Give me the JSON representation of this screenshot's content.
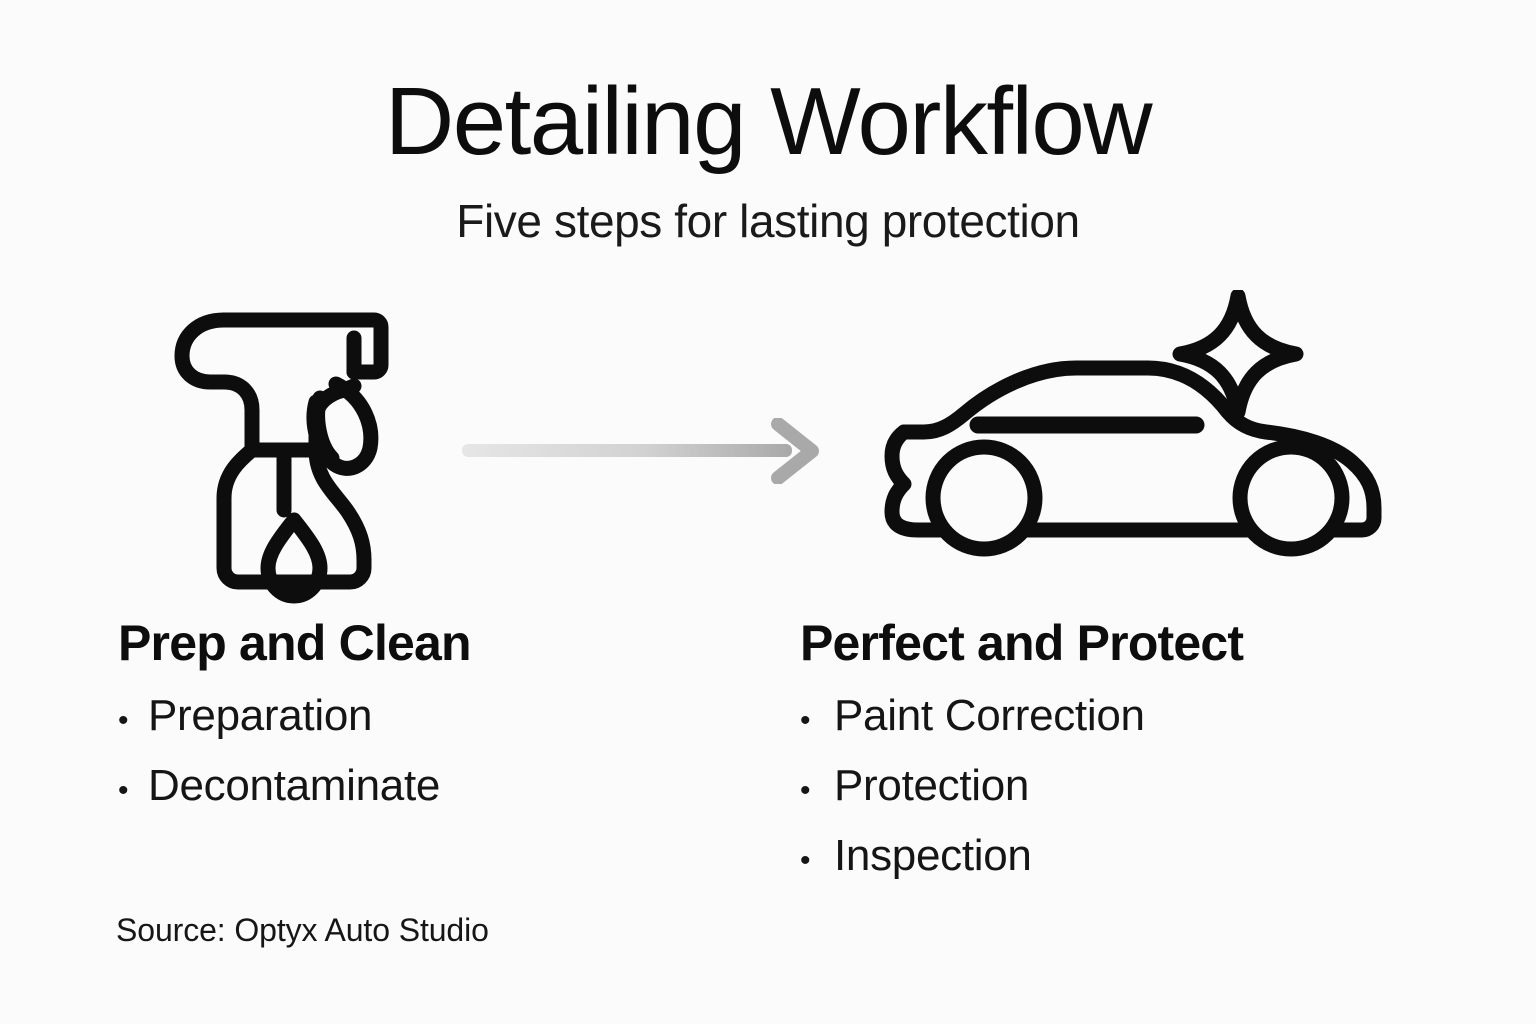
{
  "header": {
    "title": "Detailing Workflow",
    "subtitle": "Five steps for lasting protection"
  },
  "diagram": {
    "flow_arrow": {
      "icon": "right-arrow-icon",
      "gradient_start": "#e2e2e2",
      "gradient_end": "#a9a9a9"
    },
    "stages": [
      {
        "id": "prep-and-clean",
        "icon": "spray-bottle-icon",
        "heading": "Prep and Clean",
        "bullet_marker": "•",
        "items": [
          "Preparation",
          "Decontaminate"
        ]
      },
      {
        "id": "perfect-and-protect",
        "icon": "sparkling-car-icon",
        "heading": "Perfect and Protect",
        "bullet_marker": "•",
        "items": [
          "Paint Correction",
          "Protection",
          "Inspection"
        ]
      }
    ]
  },
  "footer": {
    "source": "Source: Optyx Auto Studio"
  },
  "theme": {
    "background": "#fbfbfb",
    "ink": "#0d0d0d",
    "arrow_gray": "#b5b5b5"
  }
}
